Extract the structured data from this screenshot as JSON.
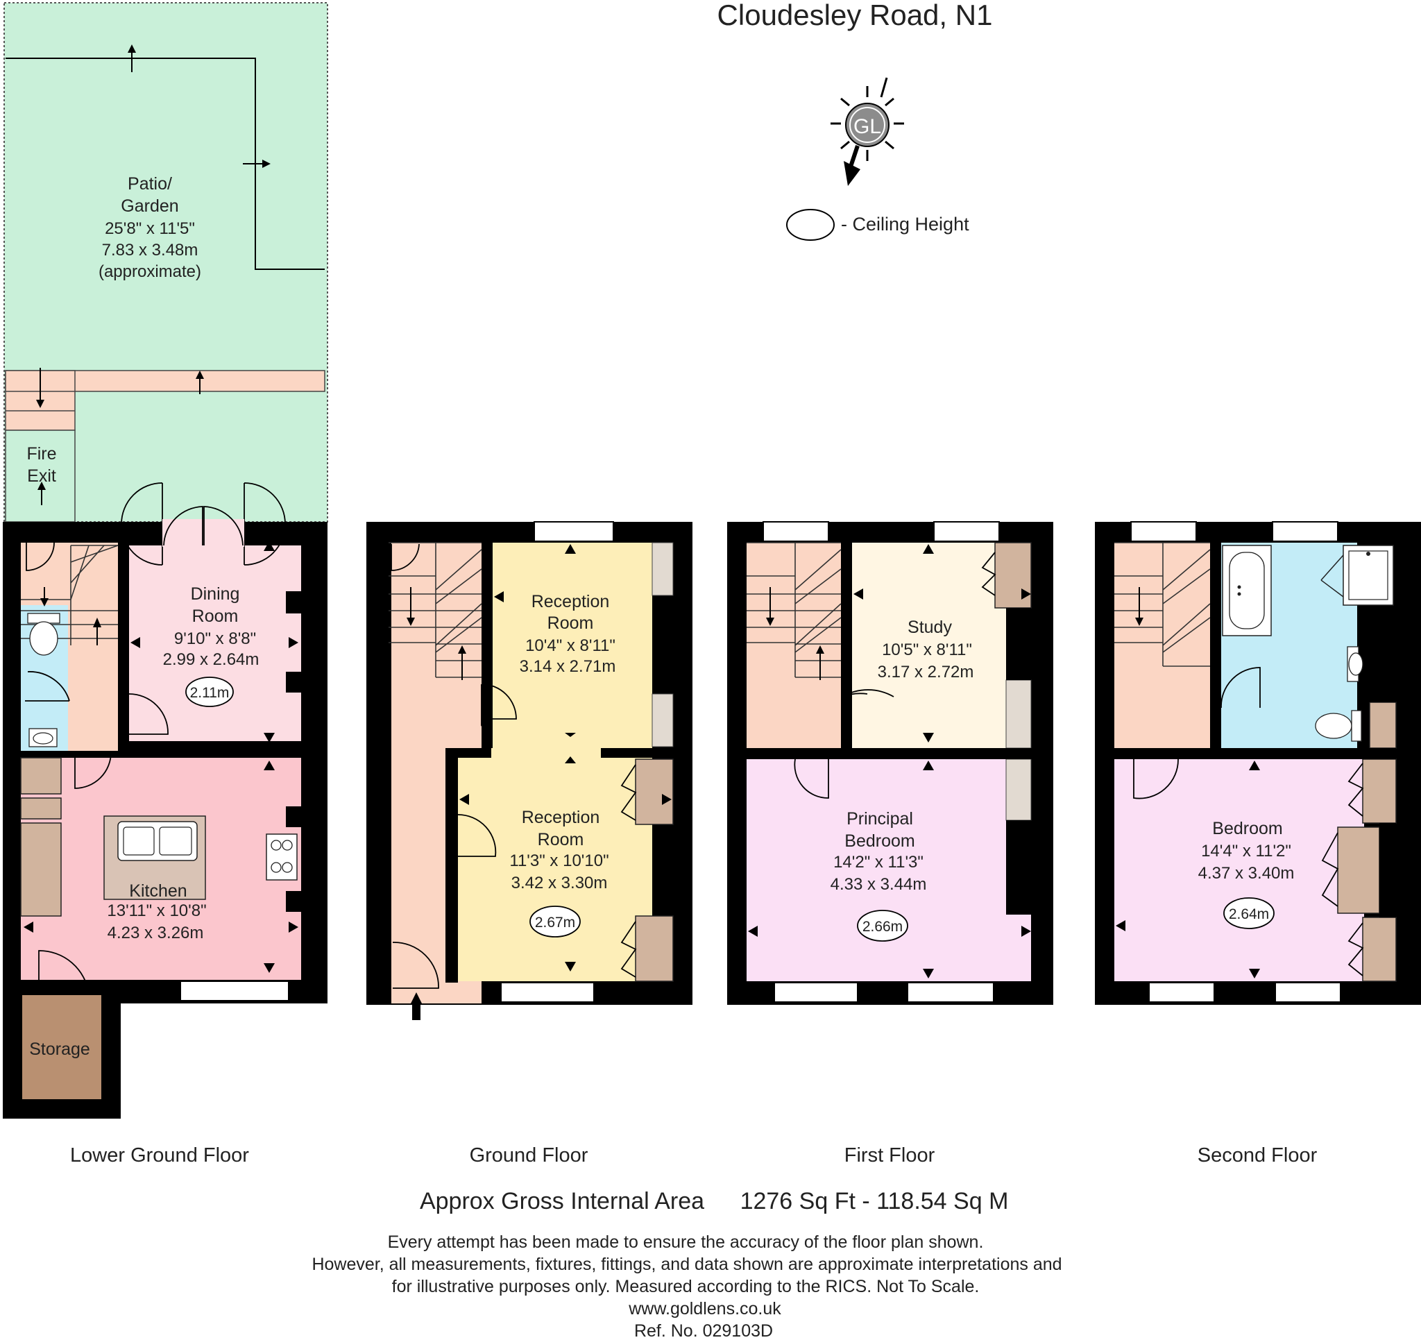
{
  "title": "Cloudesley Road, N1",
  "compass": {
    "logo_text": "GL"
  },
  "legend": {
    "ceiling_height_label": "-  Ceiling Height"
  },
  "floors": {
    "lower_ground": {
      "label": "Lower Ground Floor",
      "garden": {
        "name_line1": "Patio/",
        "name_line2": "Garden",
        "imperial": "25'8\" x 11'5\"",
        "metric": "7.83 x 3.48m",
        "note": "(approximate)"
      },
      "fire_exit": {
        "line1": "Fire",
        "line2": "Exit"
      },
      "dining": {
        "name_line1": "Dining",
        "name_line2": "Room",
        "imperial": "9'10\" x 8'8\"",
        "metric": "2.99 x 2.64m",
        "ceiling": "2.11m"
      },
      "kitchen": {
        "name": "Kitchen",
        "imperial": "13'11\" x 10'8\"",
        "metric": "4.23 x 3.26m"
      },
      "storage": {
        "name": "Storage"
      }
    },
    "ground": {
      "label": "Ground Floor",
      "reception_rear": {
        "name_line1": "Reception",
        "name_line2": "Room",
        "imperial": "10'4\" x 8'11\"",
        "metric": "3.14 x 2.71m"
      },
      "reception_front": {
        "name_line1": "Reception",
        "name_line2": "Room",
        "imperial": "11'3\" x 10'10\"",
        "metric": "3.42 x 3.30m",
        "ceiling": "2.67m"
      }
    },
    "first": {
      "label": "First Floor",
      "study": {
        "name": "Study",
        "imperial": "10'5\" x 8'11\"",
        "metric": "3.17 x 2.72m"
      },
      "principal_bedroom": {
        "name_line1": "Principal",
        "name_line2": "Bedroom",
        "imperial": "14'2\" x 11'3\"",
        "metric": "4.33 x 3.44m",
        "ceiling": "2.66m"
      }
    },
    "second": {
      "label": "Second Floor",
      "bedroom": {
        "name": "Bedroom",
        "imperial": "14'4\" x 11'2\"",
        "metric": "4.37 x 3.40m",
        "ceiling": "2.64m"
      }
    }
  },
  "area": {
    "label": "Approx Gross Internal Area",
    "value": "1276 Sq Ft  - 118.54 Sq M"
  },
  "disclaimer": {
    "line1": "Every attempt has been made to ensure the accuracy of the floor plan shown.",
    "line2": "However, all measurements, fixtures, fittings, and data shown are approximate interpretations and",
    "line3": "for illustrative purposes only. Measured according to the RICS. Not To Scale.",
    "website": "www.goldlens.co.uk",
    "ref": "Ref. No. 029103D"
  },
  "colors": {
    "garden": "#c9f0d9",
    "terrace": "#fbd6c4",
    "hall": "#fbd6c4",
    "dining": "#fcdde3",
    "kitchen": "#fbc6cd",
    "storage": "#b99071",
    "reception": "#fdeeb8",
    "study": "#fff6e3",
    "bedroom": "#fbe0f5",
    "bathroom": "#c3ecf7",
    "cupboard": "#d1b49e",
    "chimney": "#e2dad1"
  }
}
